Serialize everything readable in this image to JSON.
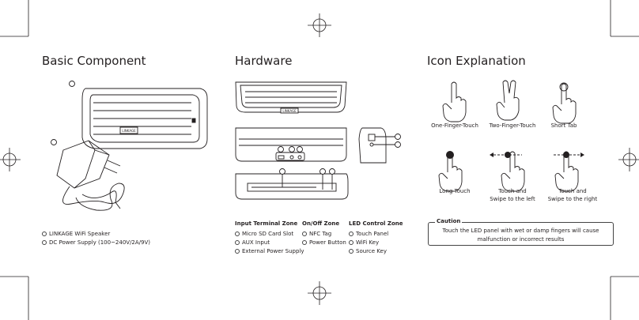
{
  "sections": {
    "basic": {
      "title": "Basic Component"
    },
    "hardware": {
      "title": "Hardware"
    },
    "icons": {
      "title": "Icon Explanation"
    }
  },
  "basic_components": {
    "items": [
      "LINKAGE WiFi Speaker",
      "DC Power Supply (100~240V/2A/9V)"
    ]
  },
  "speaker_brand": "LINKAGE",
  "hardware_zones": [
    {
      "title": "Input Terminal Zone",
      "items": [
        "Micro SD Card Slot",
        "AUX Input",
        "External Power Supply"
      ]
    },
    {
      "title": "On/Off Zone",
      "items": [
        "NFC Tag",
        "Power Button"
      ]
    },
    {
      "title": "LED Control Zone",
      "items": [
        "Touch Panel",
        "WiFi Key",
        "Source Key"
      ]
    }
  ],
  "gestures": {
    "one_finger": "One-Finger-Touch",
    "two_finger": "Two-Finger-Touch",
    "short_tab": "Short Tab",
    "long_touch": "Long Touch",
    "swipe_left_1": "Touch and",
    "swipe_left_2": "Swipe to the left",
    "swipe_right_1": "Touch and",
    "swipe_right_2": "Swipe to the right"
  },
  "caution": {
    "title": "Caution",
    "line1": "Touch the LED panel with wet or damp fingers will cause",
    "line2": "malfunction or incorrect results"
  }
}
